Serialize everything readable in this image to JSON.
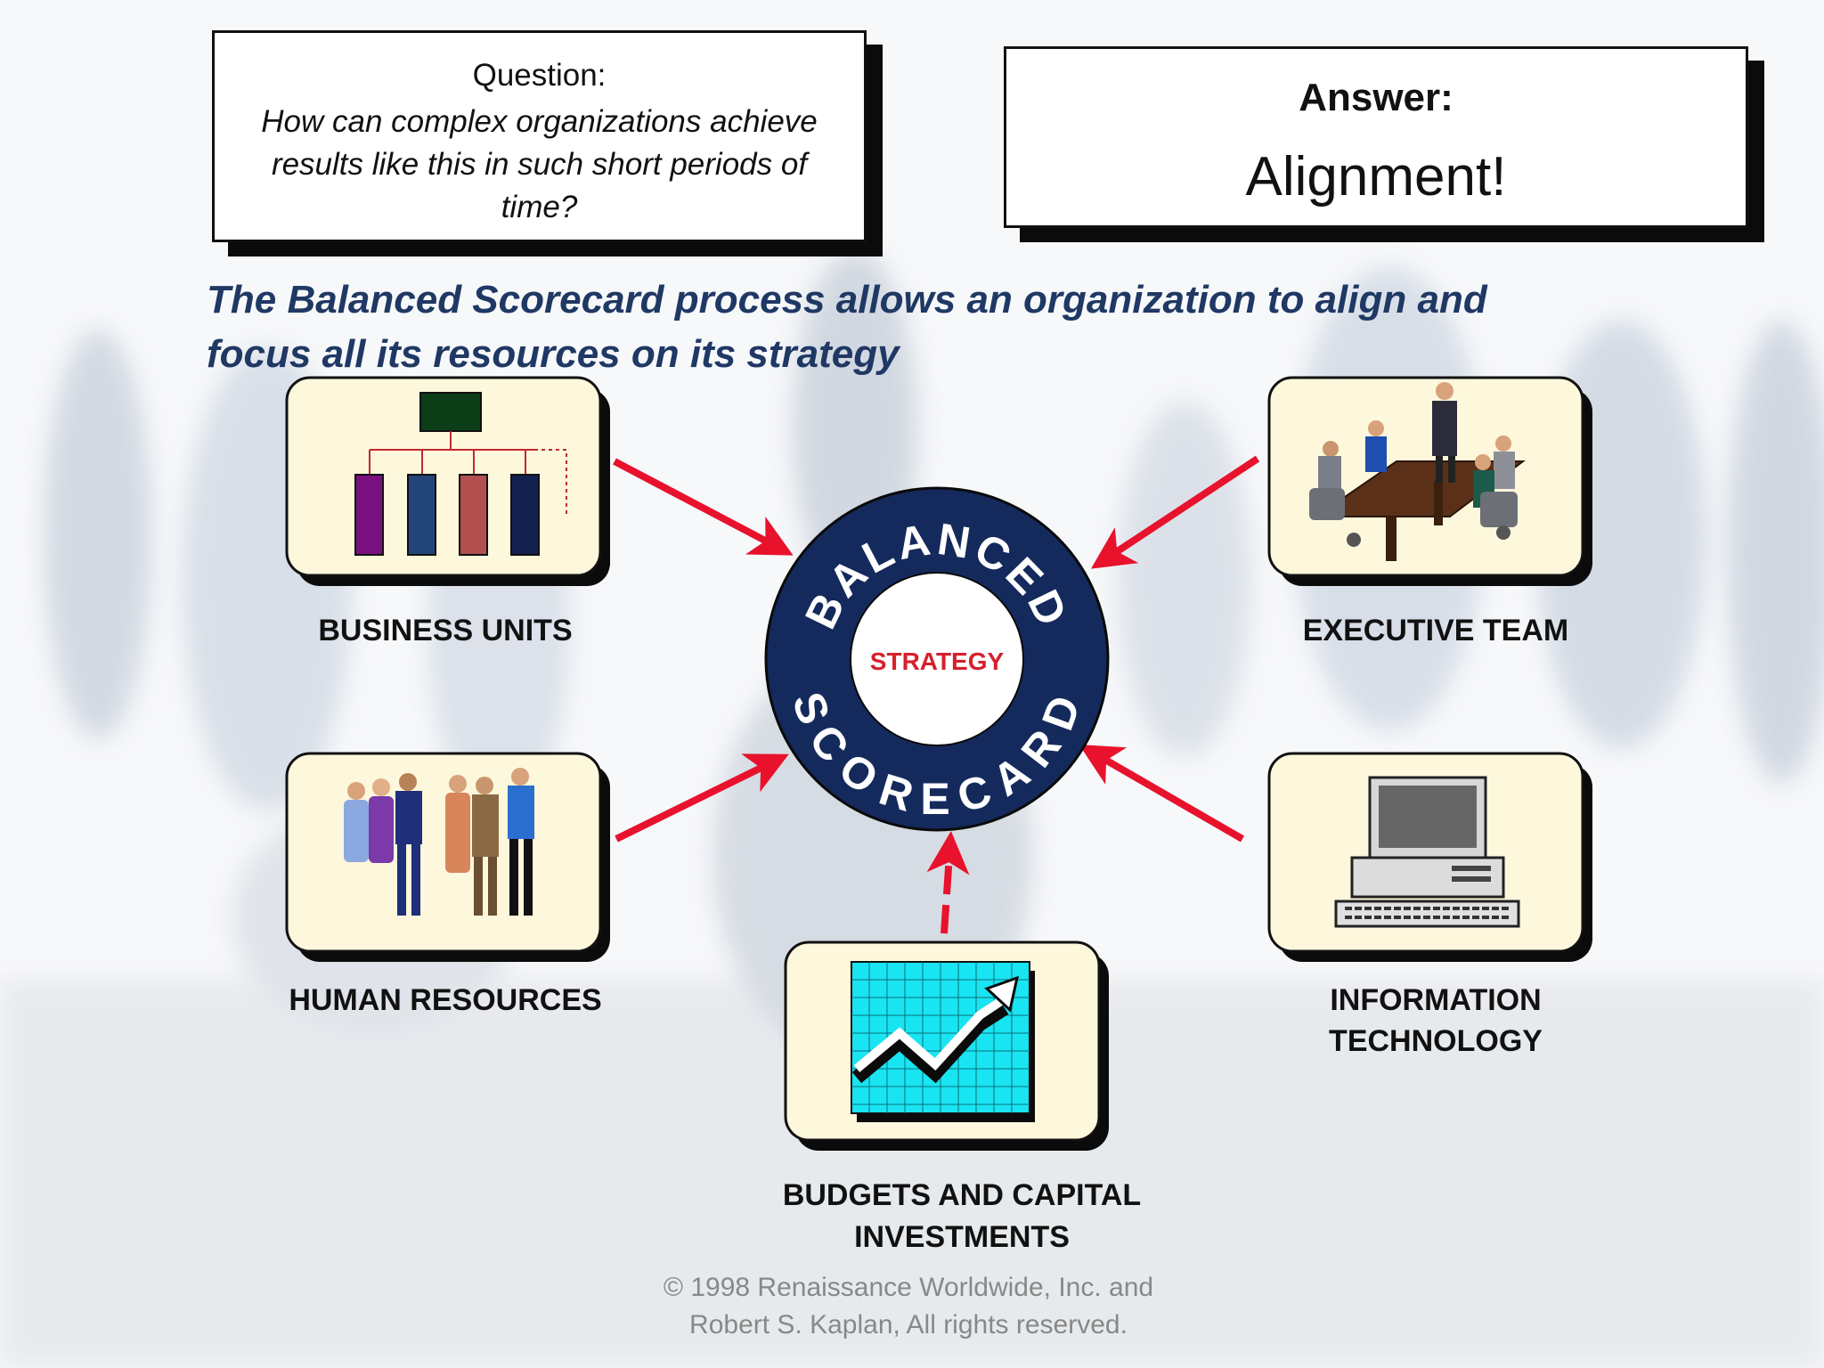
{
  "question": {
    "label": "Question:",
    "text": "How can complex organizations achieve results like this in such short periods of time?"
  },
  "answer": {
    "label": "Answer:",
    "text": "Alignment!"
  },
  "tagline": "The Balanced Scorecard process allows an organization to align and focus all its resources on its strategy",
  "hub": {
    "ring_top": "BALANCED",
    "ring_bottom": "SCORECARD",
    "center": "STRATEGY",
    "ring_color": "#152a5c",
    "center_color": "#d6202c"
  },
  "nodes": {
    "business_units": {
      "label": "BUSINESS UNITS",
      "icon": "org-chart-icon"
    },
    "executive_team": {
      "label": "EXECUTIVE TEAM",
      "icon": "meeting-icon"
    },
    "human_resources": {
      "label": "HUMAN RESOURCES",
      "icon": "people-group-icon"
    },
    "information_technology": {
      "label_line1": "INFORMATION",
      "label_line2": "TECHNOLOGY",
      "icon": "computer-icon"
    },
    "budgets": {
      "label_line1": "BUDGETS AND CAPITAL",
      "label_line2": "INVESTMENTS",
      "icon": "growth-chart-icon"
    }
  },
  "colors": {
    "arrow": "#e8122d",
    "card_fill": "#fdf7dc",
    "tagline": "#1f3864"
  },
  "copyright": {
    "line1": "© 1998 Renaissance Worldwide, Inc. and",
    "line2": "Robert S. Kaplan, All rights reserved."
  }
}
